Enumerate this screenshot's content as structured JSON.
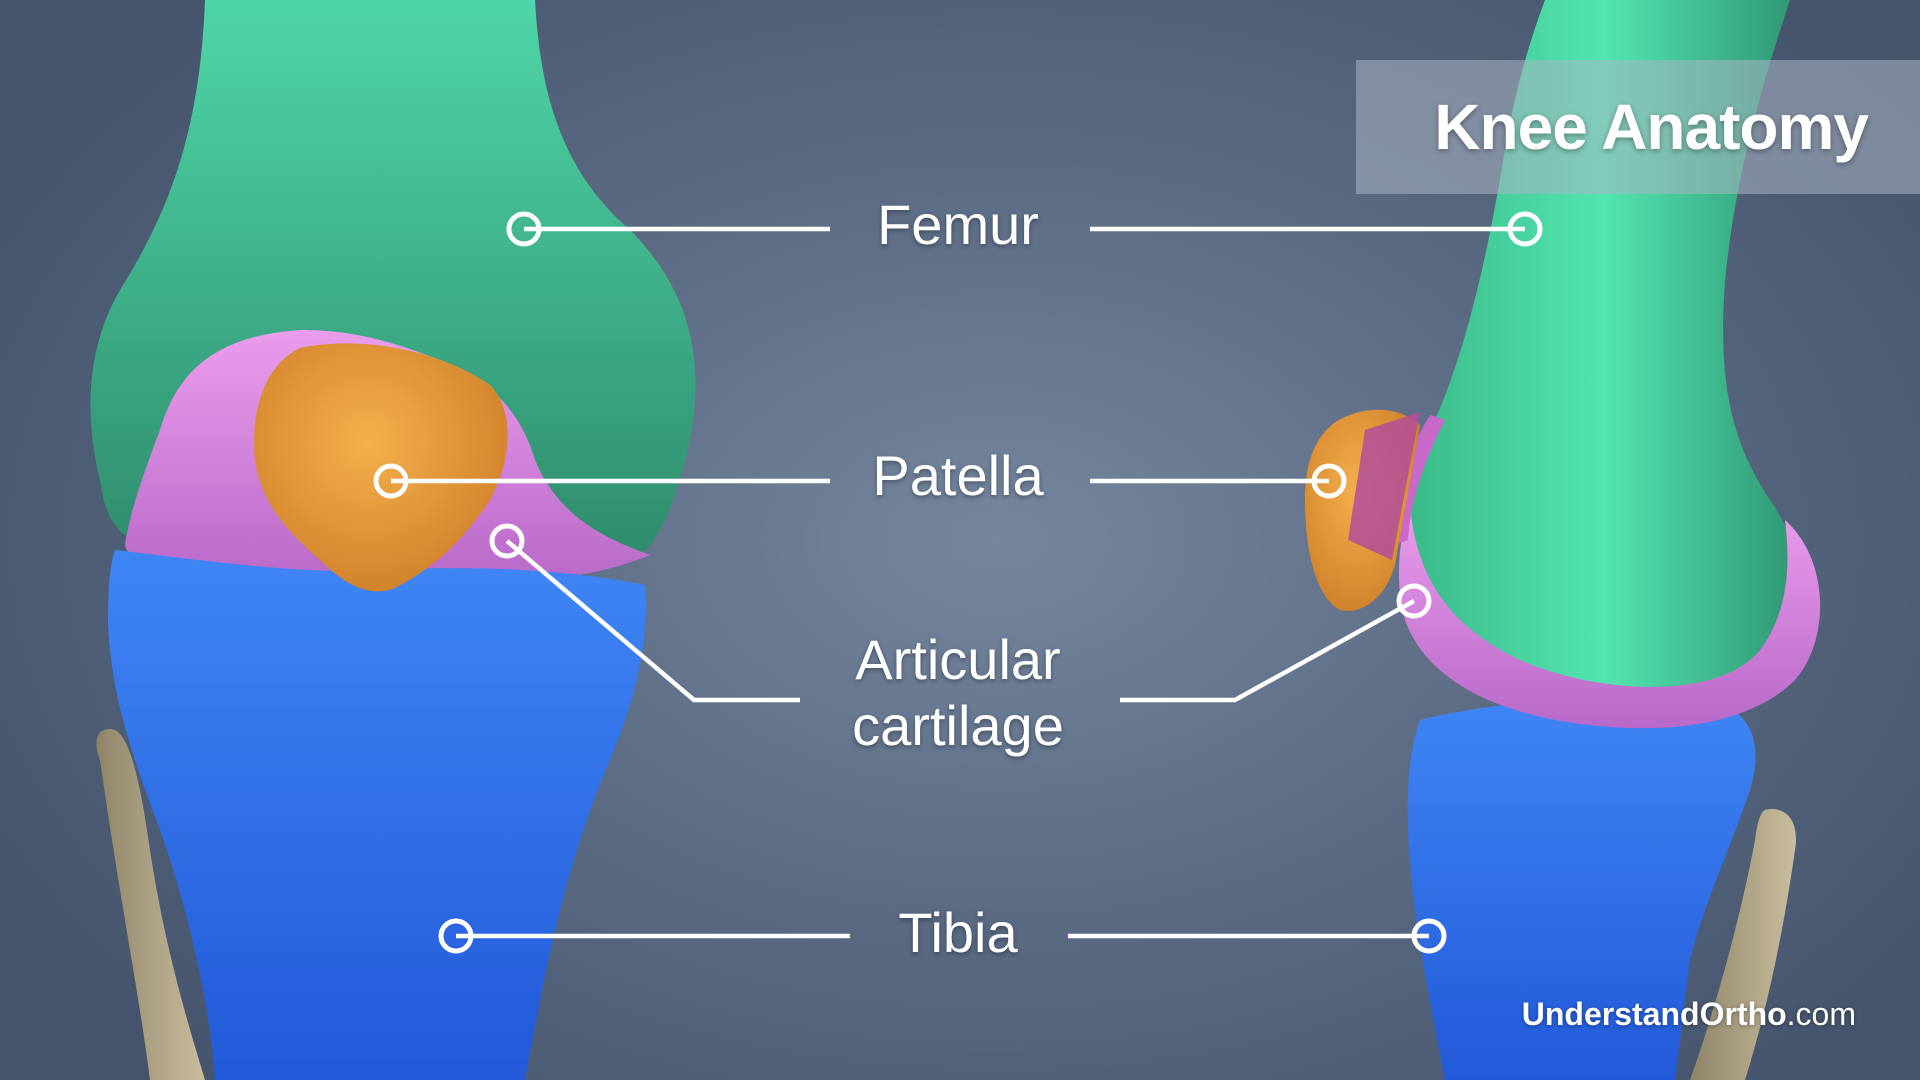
{
  "title": "Knee Anatomy",
  "labels": {
    "femur": "Femur",
    "patella": "Patella",
    "cartilage_line1": "Articular",
    "cartilage_line2": "cartilage",
    "tibia": "Tibia"
  },
  "brand": {
    "bold": "UnderstandOrtho",
    "suffix": ".com"
  },
  "colors": {
    "femur": "#3fc79c",
    "patella": "#e79a3a",
    "cartilage": "#d780d6",
    "tibia": "#2f6fe6",
    "fibula": "#b5a88a",
    "background": "#5d6d86"
  }
}
